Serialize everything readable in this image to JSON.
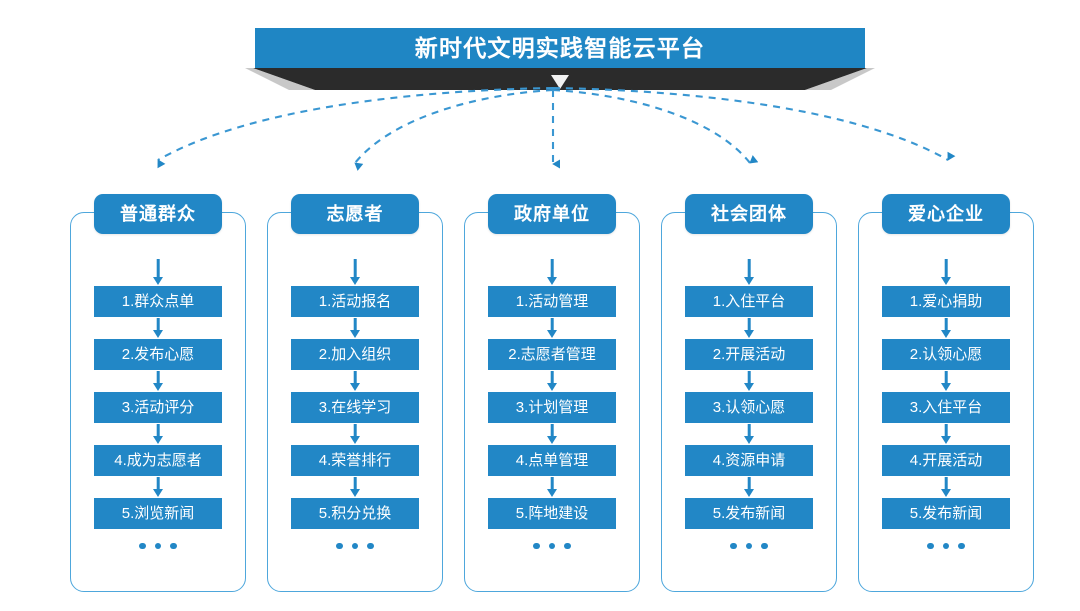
{
  "header": {
    "title": "新时代文明实践智能云平台",
    "banner_color": "#1f86c4",
    "ribbon_color": "#2b2b2b"
  },
  "theme": {
    "accent": "#2287c6",
    "border": "#4ea7dc",
    "text_on_accent": "#ffffff",
    "background": "#ffffff"
  },
  "ellipsis": "...",
  "columns": [
    {
      "title": "普通群众",
      "items": [
        "1.群众点单",
        "2.发布心愿",
        "3.活动评分",
        "4.成为志愿者",
        "5.浏览新闻"
      ]
    },
    {
      "title": "志愿者",
      "items": [
        "1.活动报名",
        "2.加入组织",
        "3.在线学习",
        "4.荣誉排行",
        "5.积分兑换"
      ]
    },
    {
      "title": "政府单位",
      "items": [
        "1.活动管理",
        "2.志愿者管理",
        "3.计划管理",
        "4.点单管理",
        "5.阵地建设"
      ]
    },
    {
      "title": "社会团体",
      "items": [
        "1.入住平台",
        "2.开展活动",
        "3.认领心愿",
        "4.资源申请",
        "5.发布新闻"
      ]
    },
    {
      "title": "爱心企业",
      "items": [
        "1.爱心捐助",
        "2.认领心愿",
        "3.入住平台",
        "4.开展活动",
        "5.发布新闻"
      ]
    }
  ]
}
